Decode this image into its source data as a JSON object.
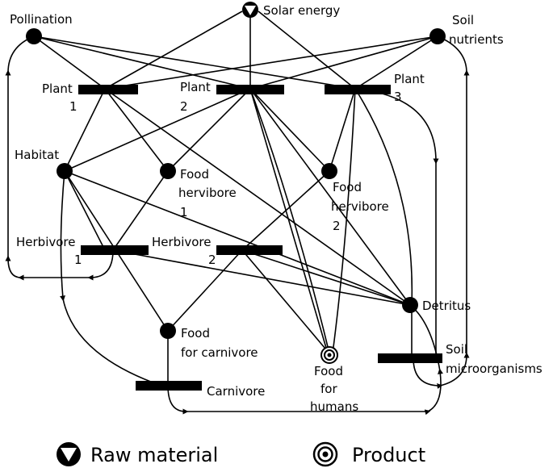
{
  "diagram": {
    "places": {
      "pollination": "Pollination",
      "solar_energy": "Solar energy",
      "soil_nutrients_1": "Soil",
      "soil_nutrients_2": "nutrients",
      "habitat": "Habitat",
      "food_herbivore_1_a": "Food",
      "food_herbivore_1_b": "hervibore",
      "food_herbivore_1_c": "1",
      "food_herbivore_2_a": "Food",
      "food_herbivore_2_b": "hervibore",
      "food_herbivore_2_c": "2",
      "detritus": "Detritus",
      "food_carnivore_a": "Food",
      "food_carnivore_b": "for carnivore",
      "food_humans_a": "Food",
      "food_humans_b": "for",
      "food_humans_c": "humans"
    },
    "transitions": {
      "plant1_a": "Plant",
      "plant1_b": "1",
      "plant2_a": "Plant",
      "plant2_b": "2",
      "plant3_a": "Plant",
      "plant3_b": "3",
      "herbivore1_a": "Herbivore",
      "herbivore1_b": "1",
      "herbivore2_a": "Herbivore",
      "herbivore2_b": "2",
      "carnivore": "Carnivore",
      "soil_micro_a": "Soil",
      "soil_micro_b": "microorganisms"
    },
    "legend": {
      "raw_material": "Raw material",
      "product": "Product"
    }
  }
}
